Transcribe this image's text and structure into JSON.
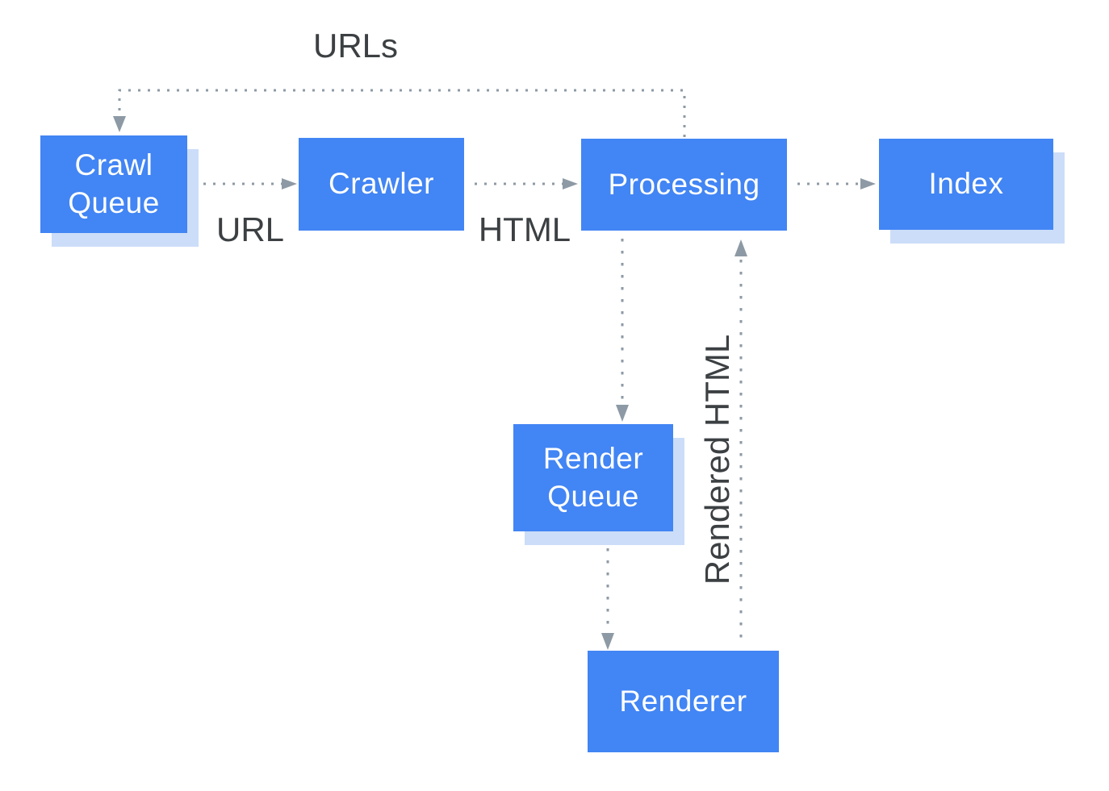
{
  "diagram": {
    "description": "Crawl, render and index pipeline flowchart",
    "nodes": [
      {
        "id": "crawl-queue",
        "label": "Crawl Queue",
        "shadow": true
      },
      {
        "id": "crawler",
        "label": "Crawler",
        "shadow": false
      },
      {
        "id": "processing",
        "label": "Processing",
        "shadow": false
      },
      {
        "id": "index",
        "label": "Index",
        "shadow": true
      },
      {
        "id": "render-queue",
        "label": "Render Queue",
        "shadow": true
      },
      {
        "id": "renderer",
        "label": "Renderer",
        "shadow": false
      }
    ],
    "edges": [
      {
        "from": "processing",
        "to": "crawl-queue",
        "label": "URLs"
      },
      {
        "from": "crawl-queue",
        "to": "crawler",
        "label": "URL"
      },
      {
        "from": "crawler",
        "to": "processing",
        "label": "HTML"
      },
      {
        "from": "processing",
        "to": "index",
        "label": ""
      },
      {
        "from": "processing",
        "to": "render-queue",
        "label": ""
      },
      {
        "from": "render-queue",
        "to": "renderer",
        "label": ""
      },
      {
        "from": "renderer",
        "to": "processing",
        "label": "Rendered HTML"
      }
    ],
    "colors": {
      "node_fill": "#4285F4",
      "node_text": "#FFFFFF",
      "node_shadow": "#CBDDF8",
      "arrow": "#8D9AA5",
      "label_text": "#3C4043",
      "background": "#FFFFFF"
    }
  }
}
